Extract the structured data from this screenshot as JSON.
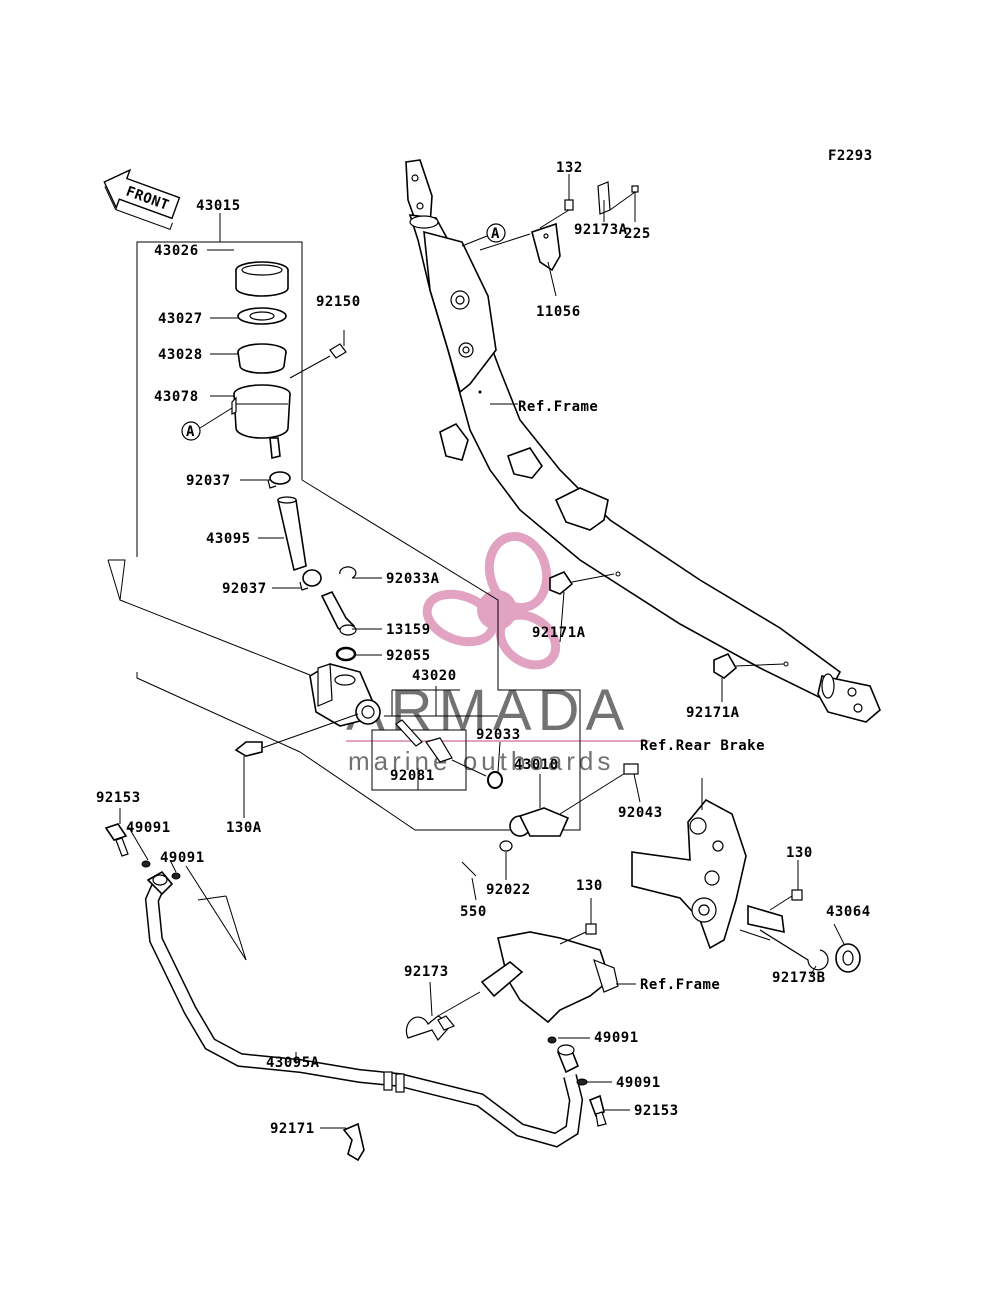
{
  "diagram_code": "F2293",
  "front_label": "FRONT",
  "callout_a": "A",
  "labels": {
    "p43015": "43015",
    "p43026": "43026",
    "p43027": "43027",
    "p43028": "43028",
    "p43078": "43078",
    "p92150": "92150",
    "p92037a": "92037",
    "p43095": "43095",
    "p92037b": "92037",
    "p92033a": "92033A",
    "p13159": "13159",
    "p92055": "92055",
    "p43020": "43020",
    "p92033": "92033",
    "p92081": "92081",
    "p43010": "43010",
    "p130a": "130A",
    "p92153a": "92153",
    "p49091a": "49091",
    "p49091b": "49091",
    "p92022": "92022",
    "p550": "550",
    "p92043": "92043",
    "p132": "132",
    "p225": "225",
    "p92173a": "92173A",
    "p11056": "11056",
    "p92171a1": "92171A",
    "p92171a2": "92171A",
    "p130b": "130",
    "p130c": "130",
    "p43064": "43064",
    "p92173b": "92173B",
    "p92173": "92173",
    "p49091c": "49091",
    "p49091d": "49091",
    "p92153b": "92153",
    "p43095a": "43095A",
    "p92171": "92171",
    "ref_frame_1": "Ref.Frame",
    "ref_rear_brake": "Ref.Rear Brake",
    "ref_frame_2": "Ref.Frame"
  },
  "watermark": {
    "name": "ARMADA",
    "tagline": "marine outboards",
    "color": "#c9588f"
  }
}
